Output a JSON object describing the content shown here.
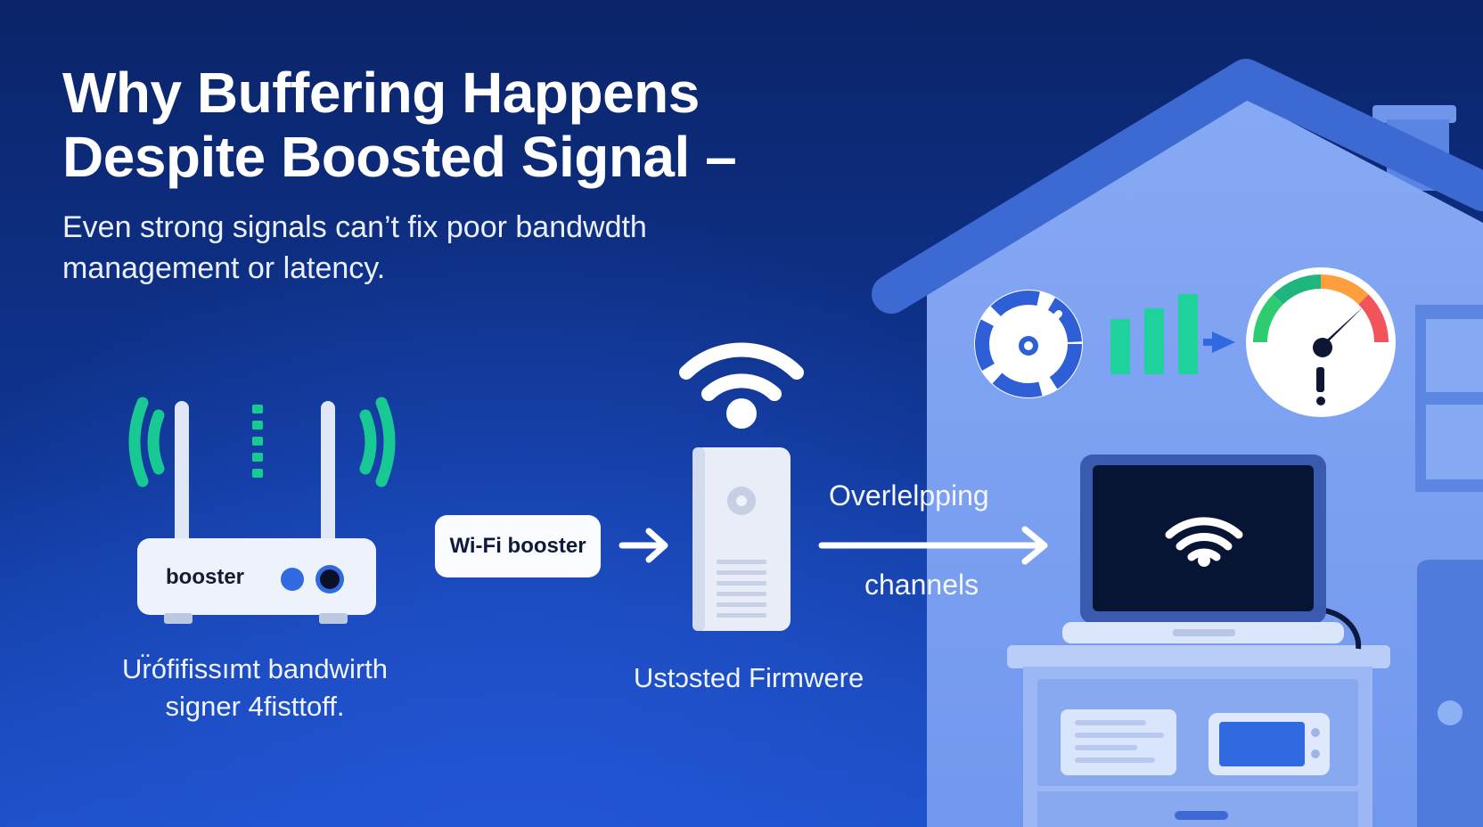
{
  "title": {
    "line1": "Why Buffering Happens",
    "line2": "Despite Boosted Signal –"
  },
  "subtitle": {
    "line1": "Even strong signals can’t fix poor bandwdth",
    "line2": "management or latency."
  },
  "router": {
    "label": "booster",
    "caption_line1": "Ur̈óﬁfissımt bandwirth",
    "caption_line2": "signer 4fisttoff."
  },
  "booster_pill": {
    "label": "Wi-Fi booster"
  },
  "booster_device": {
    "caption": "Ustɔsted Firmwere"
  },
  "channels": {
    "line1": "Overlelpping",
    "line2": "channels"
  },
  "icons": [
    "router-icon",
    "wifi-icon",
    "gauge-icon",
    "signal-bars-icon",
    "speedometer-icon",
    "laptop-icon",
    "house-icon"
  ],
  "colors": {
    "background_top": "#0b2469",
    "background_bottom": "#1c4fc6",
    "house_wall": "#7fa4f2",
    "house_roof": "#3f6bd4",
    "signal_green": "#1fd19a",
    "accent_blue": "#2f6ae0"
  }
}
